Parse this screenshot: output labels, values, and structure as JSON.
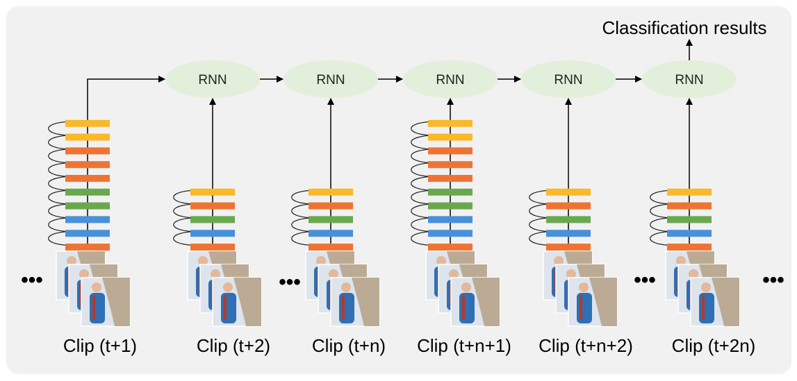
{
  "diagram": {
    "output_label": "Classification results",
    "rnn_label": "RNN",
    "ellipsis": "•••",
    "colors": {
      "panel": "#f1f1f1",
      "rnn_fill": "#e2efda",
      "yellow": "#fbb829",
      "orange": "#ef7434",
      "green": "#6aa84f",
      "blue": "#4a90d9",
      "sky": "#dde4ec",
      "rock": "#b7a48c",
      "person": "#2f6fb4"
    },
    "clips": [
      {
        "label": "Clip (t+1)",
        "bars": [
          "yellow",
          "yellow",
          "orange",
          "orange",
          "orange",
          "green",
          "green",
          "blue",
          "blue",
          "orange"
        ]
      },
      {
        "label": "Clip (t+2)",
        "bars": [
          "yellow",
          "orange",
          "green",
          "blue",
          "orange"
        ]
      },
      {
        "label": "Clip (t+n)",
        "bars": [
          "yellow",
          "orange",
          "green",
          "blue",
          "orange"
        ]
      },
      {
        "label": "Clip (t+n+1)",
        "bars": [
          "yellow",
          "yellow",
          "orange",
          "orange",
          "orange",
          "green",
          "green",
          "blue",
          "blue",
          "orange"
        ]
      },
      {
        "label": "Clip (t+n+2)",
        "bars": [
          "yellow",
          "orange",
          "green",
          "blue",
          "orange"
        ]
      },
      {
        "label": "Clip (t+2n)",
        "bars": [
          "yellow",
          "orange",
          "green",
          "blue",
          "orange"
        ]
      }
    ]
  }
}
